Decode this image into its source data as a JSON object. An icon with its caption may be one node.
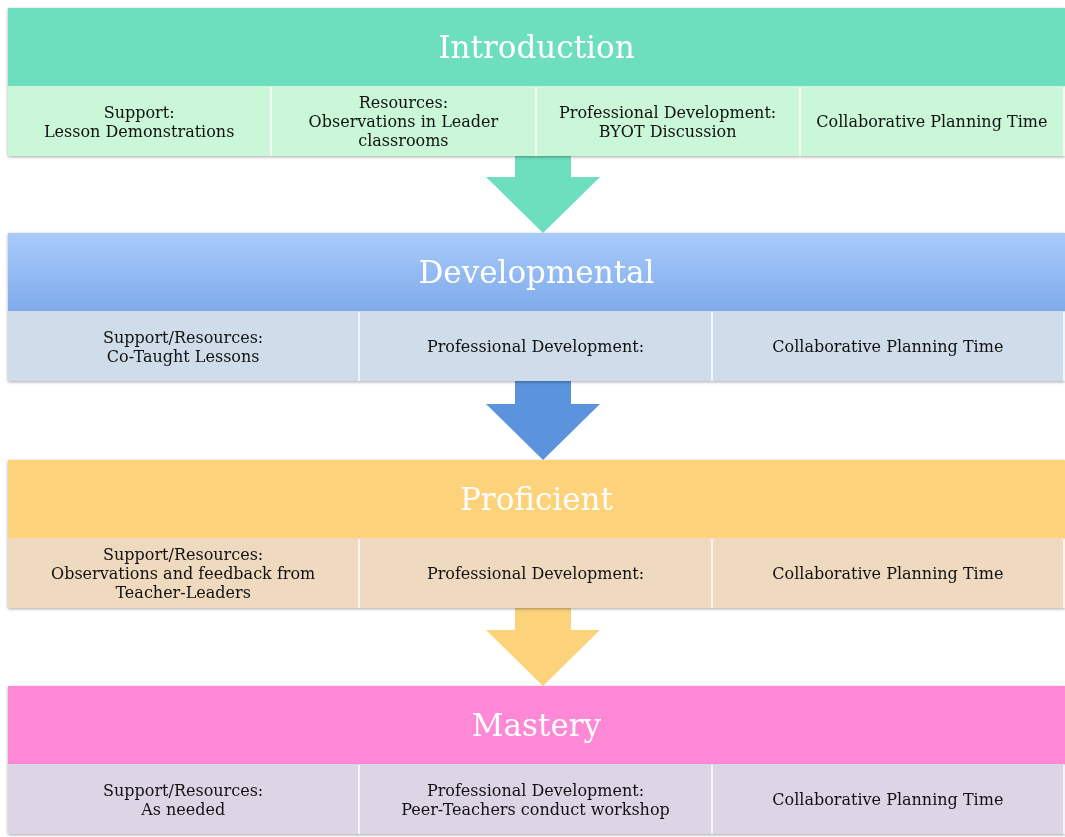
{
  "diagram": {
    "nodes": [
      {
        "text": [
          "Introduction"
        ]
      },
      {
        "text": [
          "Support:",
          "Lesson Demonstrations"
        ],
        "in": 0
      },
      {
        "text": [
          "Resources:",
          "Observations in Leader classrooms"
        ],
        "in": 0
      },
      {
        "text": [
          "Professional Development:",
          "BYOT Discussion"
        ],
        "in": 0
      },
      {
        "text": [
          "Collaborative Planning Time"
        ],
        "in": 0
      },
      {
        "text": [
          "Developmental"
        ]
      },
      {
        "text": [
          "Support/Resources:",
          "Co-Taught Lessons"
        ],
        "in": 5
      },
      {
        "text": [
          "Professional Development:"
        ],
        "in": 5
      },
      {
        "text": [
          "Collaborative Planning Time"
        ],
        "in": 5
      },
      {
        "text": [
          "Proficient"
        ]
      },
      {
        "text": [
          "Support/Resources:",
          "Observations and feedback from Teacher-Leaders"
        ],
        "in": 9
      },
      {
        "text": [
          "Professional Development:"
        ],
        "in": 9
      },
      {
        "text": [
          "Collaborative Planning Time"
        ],
        "in": 9
      },
      {
        "text": [
          "Mastery"
        ]
      },
      {
        "text": [
          "Support/Resources:",
          "As needed"
        ],
        "in": 13
      },
      {
        "text": [
          "Professional Development:",
          "Peer-Teachers conduct workshop"
        ],
        "in": 13
      },
      {
        "text": [
          "Collaborative Planning Time"
        ],
        "in": 13
      }
    ],
    "edges": [
      {
        "from": 0,
        "to": 5,
        "arrow": "to",
        "color": "#6ddfbf"
      },
      {
        "from": 5,
        "to": 9,
        "arrow": "to",
        "color": "#5b94dc"
      },
      {
        "from": 9,
        "to": 13,
        "arrow": "to",
        "color": "#fcd27a"
      }
    ]
  }
}
